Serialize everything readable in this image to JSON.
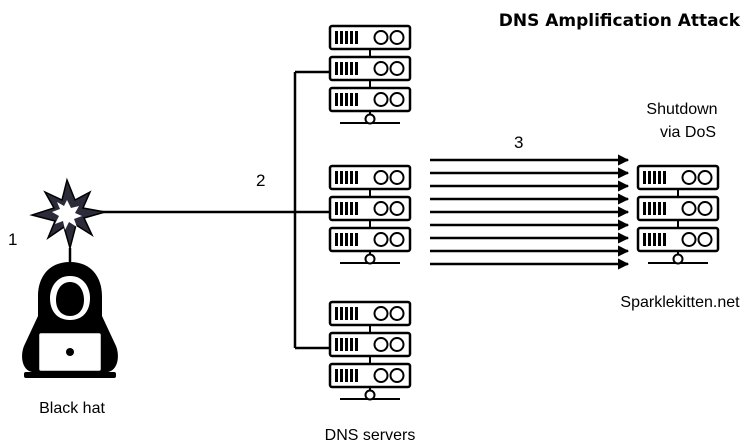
{
  "diagram": {
    "title": "DNS Amplification Attack",
    "attacker_label": "Black hat",
    "step_1": "1",
    "step_2": "2",
    "step_3": "3",
    "dns_label": "DNS servers",
    "target_label": "Sparklekitten.net",
    "target_status_line1": "Shutdown",
    "target_status_line2": "via DoS"
  },
  "icons": {
    "attacker": "hooded-hacker-icon",
    "burst": "explosion-burst-icon",
    "server": "server-rack-icon"
  },
  "colors": {
    "ink": "#000000",
    "background": "#ffffff"
  }
}
